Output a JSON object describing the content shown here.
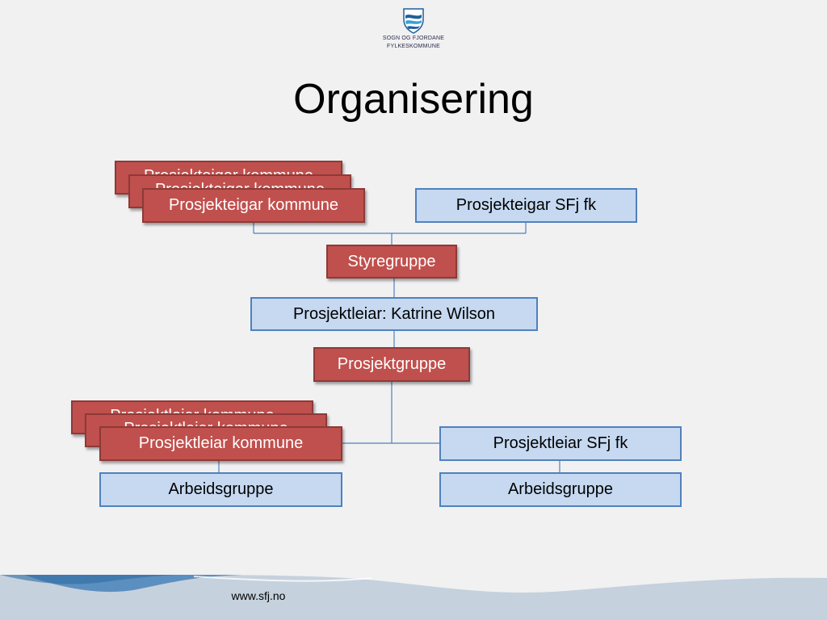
{
  "logo": {
    "line1": "SOGN OG FJORDANE",
    "line2": "FYLKESKOMMUNE"
  },
  "title": "Organisering",
  "boxes": {
    "eigar_kommune_back2": "Prosjekteigar kommune",
    "eigar_kommune_back1": "Prosjekteigar kommune",
    "eigar_kommune": "Prosjekteigar kommune",
    "eigar_sfj": "Prosjekteigar SFj fk",
    "styregruppe": "Styregruppe",
    "prosjektleiar": "Prosjektleiar: Katrine Wilson",
    "prosjektgruppe": "Prosjektgruppe",
    "leiar_kommune_back2": "Prosjektleiar kommune",
    "leiar_kommune_back1": "Prosjektleiar kommune",
    "leiar_kommune": "Prosjektleiar kommune",
    "leiar_sfj": "Prosjektleiar SFj fk",
    "arbeid_left": "Arbeidsgruppe",
    "arbeid_right": "Arbeidsgruppe"
  },
  "footer": {
    "url": "www.sfj.no"
  },
  "colors": {
    "red": "#c0504d",
    "blue": "#c6d9f1",
    "line": "#4f81bd"
  }
}
